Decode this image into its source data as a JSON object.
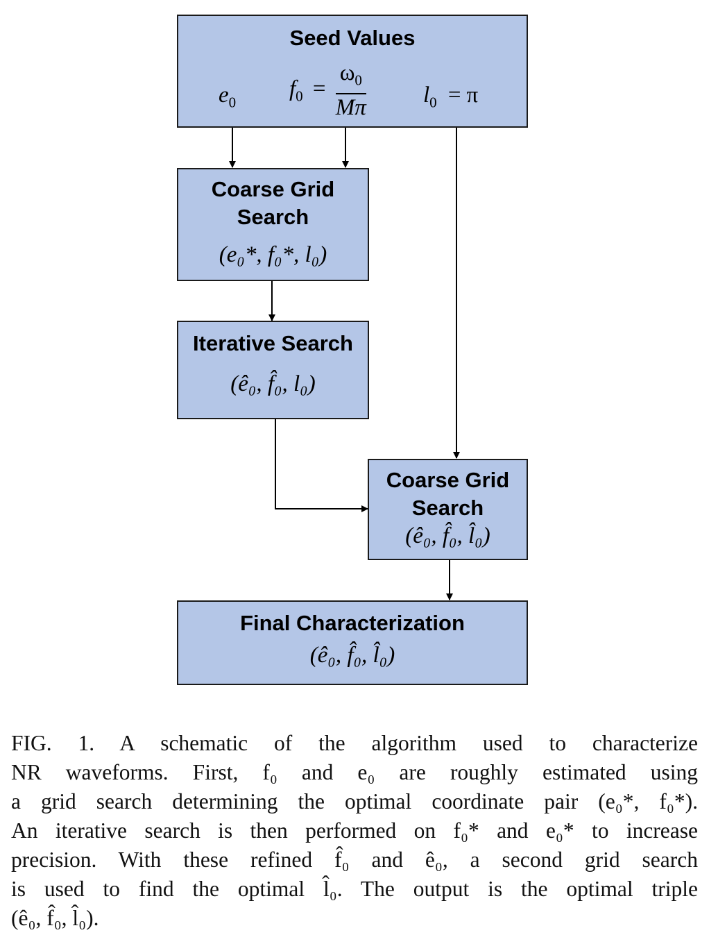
{
  "boxes": {
    "seed": {
      "title": "Seed Values",
      "e0": "e",
      "f0": "f",
      "omega": "ω",
      "den": "Mπ",
      "l0": "l",
      "pi": "π",
      "eq": "=",
      "sub0": "0"
    },
    "coarse1": {
      "title_line1": "Coarse Grid",
      "title_line2": "Search",
      "params": "(e₀*, f₀*, l₀)"
    },
    "iterative": {
      "title": "Iterative Search",
      "params": "(ê₀, f̂₀, l₀)"
    },
    "coarse2": {
      "title_line1": "Coarse Grid",
      "title_line2": "Search",
      "params": "(ê₀, f̂₀, l̂₀)"
    },
    "final": {
      "title": "Final Characterization",
      "params": "(ê₀, f̂₀, l̂₀)"
    }
  },
  "caption": {
    "lines": [
      "FIG. 1.  A schematic of the algorithm used to characterize",
      "NR waveforms. First, f₀ and e₀ are roughly estimated using",
      "a grid search determining the optimal coordinate pair (e₀*, f₀*).",
      "An iterative search is then performed on f₀* and e₀* to increase",
      "precision. With these refined f̂₀ and ê₀, a second grid search",
      "is used to find the optimal l̂₀. The output is the optimal triple",
      "(ê₀, f̂₀, l̂₀)."
    ]
  },
  "colors": {
    "box_fill": "#b4c6e7",
    "border": "#1a1a1a",
    "arrow": "#000000"
  }
}
